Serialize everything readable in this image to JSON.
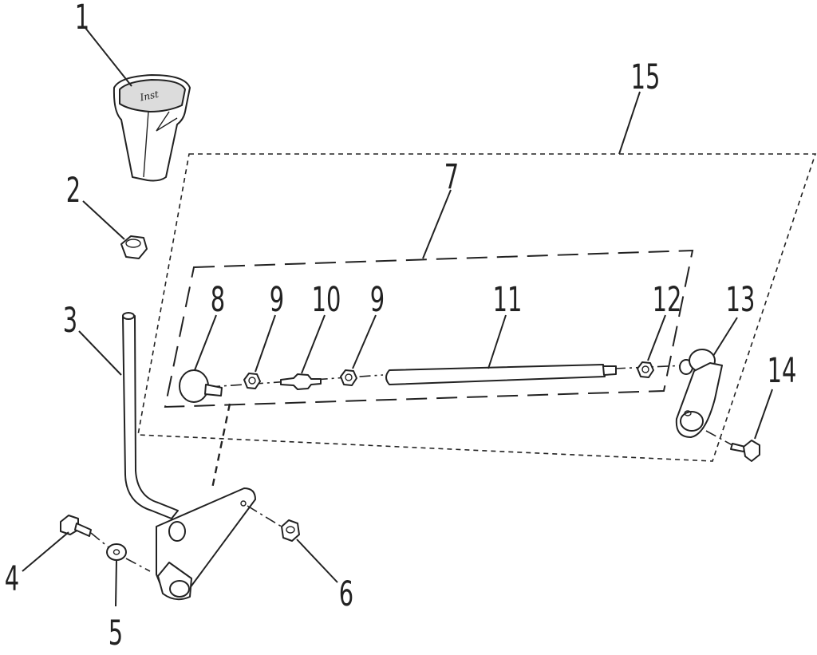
{
  "callouts": {
    "p1": "1",
    "p2": "2",
    "p3": "3",
    "p4": "4",
    "p5": "5",
    "p6": "6",
    "p7": "7",
    "p8": "8",
    "p9a": "9",
    "p10": "10",
    "p9b": "9",
    "p11": "11",
    "p12": "12",
    "p13": "13",
    "p14": "14",
    "p15": "15"
  },
  "knob_logo": "Inst"
}
